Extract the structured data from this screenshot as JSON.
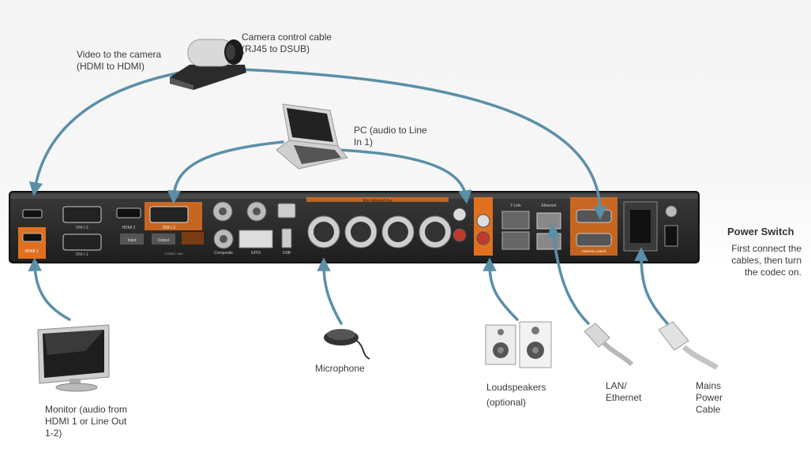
{
  "labels": {
    "video_to_camera": "Video to the camera\n(HDMI to HDMI)",
    "camera_control": "Camera control cable\n(RJ45 to DSUB)",
    "pc_audio": "PC (audio to Line\nIn 1)",
    "power_switch_title": "Power Switch",
    "power_switch_desc": "First connect the\ncables, then turn\nthe codec on.",
    "monitor": "Monitor (audio from\nHDMI 1 or Line Out\n1-2)",
    "microphone": "Microphone",
    "loudspeakers": "Loudspeakers\n(optional)",
    "lan": "LAN/\nEthernet",
    "mains": "Mains\nPower\nCable"
  },
  "colors": {
    "accent_orange": "#e0701f",
    "cable": "#5b8fa8",
    "panel": "#2a2a2a"
  },
  "panel_labels": {
    "hdmi1": "HDMI 1",
    "dvi1": "DVI-I 1",
    "dvi2": "DVI-I 2",
    "dvi3": "DVI-I 3",
    "hdmi2": "HDMI 2",
    "input": "Input",
    "output": "Output",
    "codec": "CODEC C60",
    "composite": "Composite",
    "gpio": "GPIO",
    "usb": "USB",
    "mic": "Microphone/Line",
    "tlink": "T-Link",
    "ethernet": "Ethernet",
    "camera_control": "Camera control"
  }
}
